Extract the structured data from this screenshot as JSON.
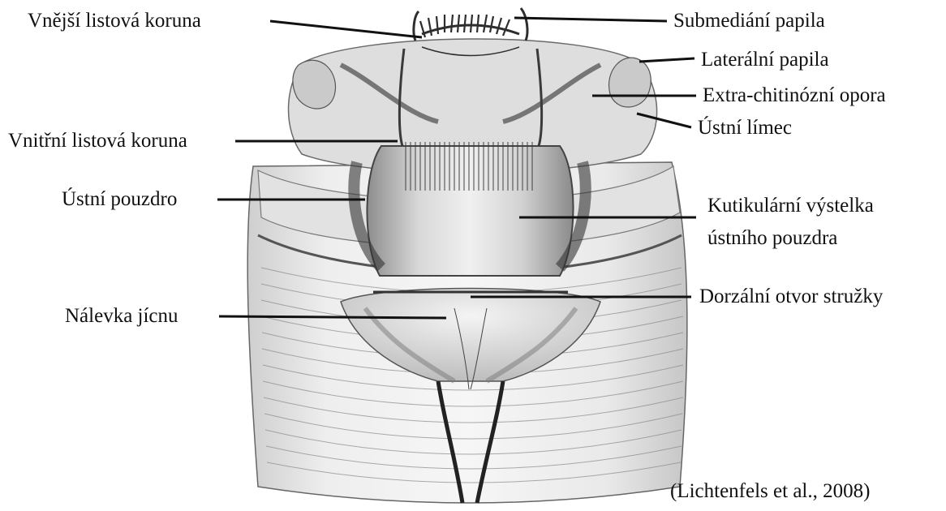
{
  "labels": {
    "outer_leaf_crown": "Vnější listová koruna",
    "inner_leaf_crown": "Vnitřní listová koruna",
    "buccal_capsule": "Ústní pouzdro",
    "esophageal_funnel": "Nálevka jícnu",
    "submedian_papilla": "Submediání papila",
    "lateral_papilla": "Laterální papila",
    "extra_chitinous_support": "Extra-chitinózní opora",
    "mouth_collar": "Ústní límec",
    "cuticular_lining_line1": "Kutikulární výstelka",
    "cuticular_lining_line2": "ústního pouzdra",
    "dorsal_gutter_opening": "Dorzální otvor stružky"
  },
  "citation": "(Lichtenfels et al., 2008)"
}
